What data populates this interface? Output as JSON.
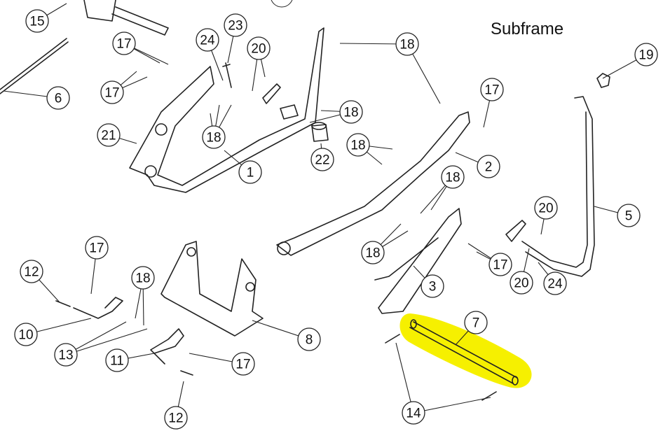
{
  "title": "Subframe",
  "highlight_color": "#f6f000",
  "callouts": [
    "15",
    "23",
    "24",
    "20",
    "17",
    "17",
    "6",
    "18",
    "19",
    "17",
    "18",
    "18",
    "21",
    "22",
    "18",
    "1",
    "2",
    "18",
    "5",
    "20",
    "18",
    "3",
    "17",
    "17",
    "12",
    "18",
    "20",
    "24",
    "10",
    "8",
    "13",
    "11",
    "17",
    "7",
    "12",
    "14"
  ]
}
